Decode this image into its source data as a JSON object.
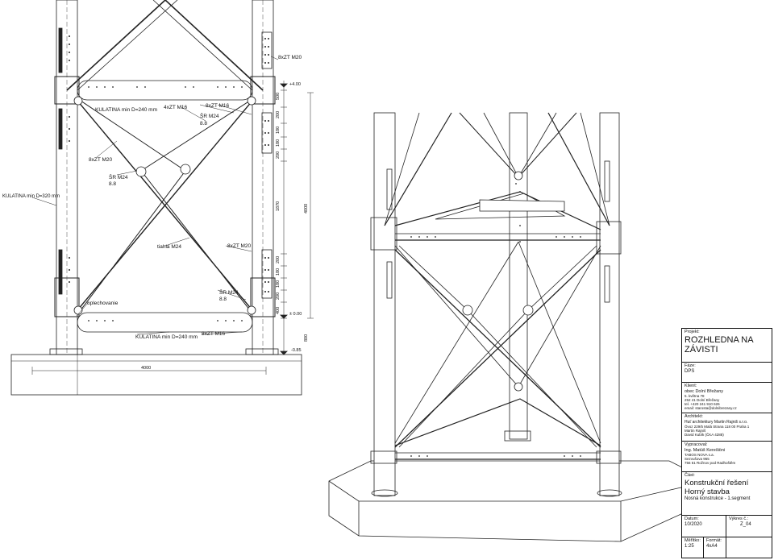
{
  "elevation": {
    "labels": {
      "bolts_top": "8xZT M20",
      "kulatina_top": "KULATINA min D=240 mm",
      "bolts_m16_a": "4xZT M16",
      "bolts_m16_b": "8xZT M16",
      "sr_m24_right": "ŠR M24",
      "grade_right": "8.8",
      "bolts_left": "8xZT M20",
      "sr_m24_left": "ŠR M24",
      "grade_left": "8.8",
      "kulatina_column": "KULATINA min D=320 mm",
      "tiahla": "tiahla M24",
      "bolts_mid": "8xZT M20",
      "sr_m24_low": "ŠR M24",
      "grade_low": "8.8",
      "oplechovanie": "oplechovanie",
      "kulatina_bottom": "KULATINA min D=240 mm",
      "bolts_bottom": "8xZT M16"
    },
    "levels": {
      "top": "+4.00",
      "zero": "± 0.00",
      "bottom": "-0.85"
    },
    "dims": {
      "d500": "500",
      "d200a": "200",
      "d180a": "180",
      "d180b": "180",
      "d200b": "200",
      "d1870": "1870",
      "d200c": "200",
      "d180c": "180",
      "d180d": "180",
      "d200d": "200",
      "d400": "400",
      "d4000v": "4000",
      "d800": "800",
      "d4000h": "4000"
    }
  },
  "title_block": {
    "project_caption": "Projekt:",
    "project": "ROZHLEDNA NA ZÁVISTI",
    "phase_caption": "Fáze:",
    "phase": "DPS",
    "client_caption": "Klient:",
    "client_name": "obec Dolní Břežany",
    "client_l1": "5. května 78",
    "client_l2": "252 41 Dolní Břežany",
    "client_l3": "tel. +420 241 910 626",
    "client_l4": "email: starosta@dolnibrezany.cz",
    "architect_caption": "Architekt:",
    "architect_name": "Huť architektury Martin Rajniš s.r.o.",
    "architect_l1": "Óvoz 229/5 Malá Strana 118 00 Praha 1",
    "architect_l2": "Martin Rajniš",
    "architect_l3": "David Kubík (ČKA 4288)",
    "author_caption": "Vypracoval:",
    "author_name": "Ing. Matúš Kerešiöni",
    "author_l1": "TABOS NOVA s.a.",
    "author_l2": "Sezvušova 965",
    "author_l3": "756 61 Rožnov pod Radhoštěm",
    "part_caption": "Část:",
    "part_title1": "Konstrukční řešení",
    "part_title2": "Horný stavba",
    "part_sub": "Nosná konstrukce - 1.segment",
    "date_caption": "Datum:",
    "date": "10/2020",
    "sheet_caption": "Výkres č.:",
    "sheet": "Z_04",
    "scale_caption": "Měřítko:",
    "scale": "1:25",
    "format_caption": "Formát:",
    "format": "4xA4"
  }
}
